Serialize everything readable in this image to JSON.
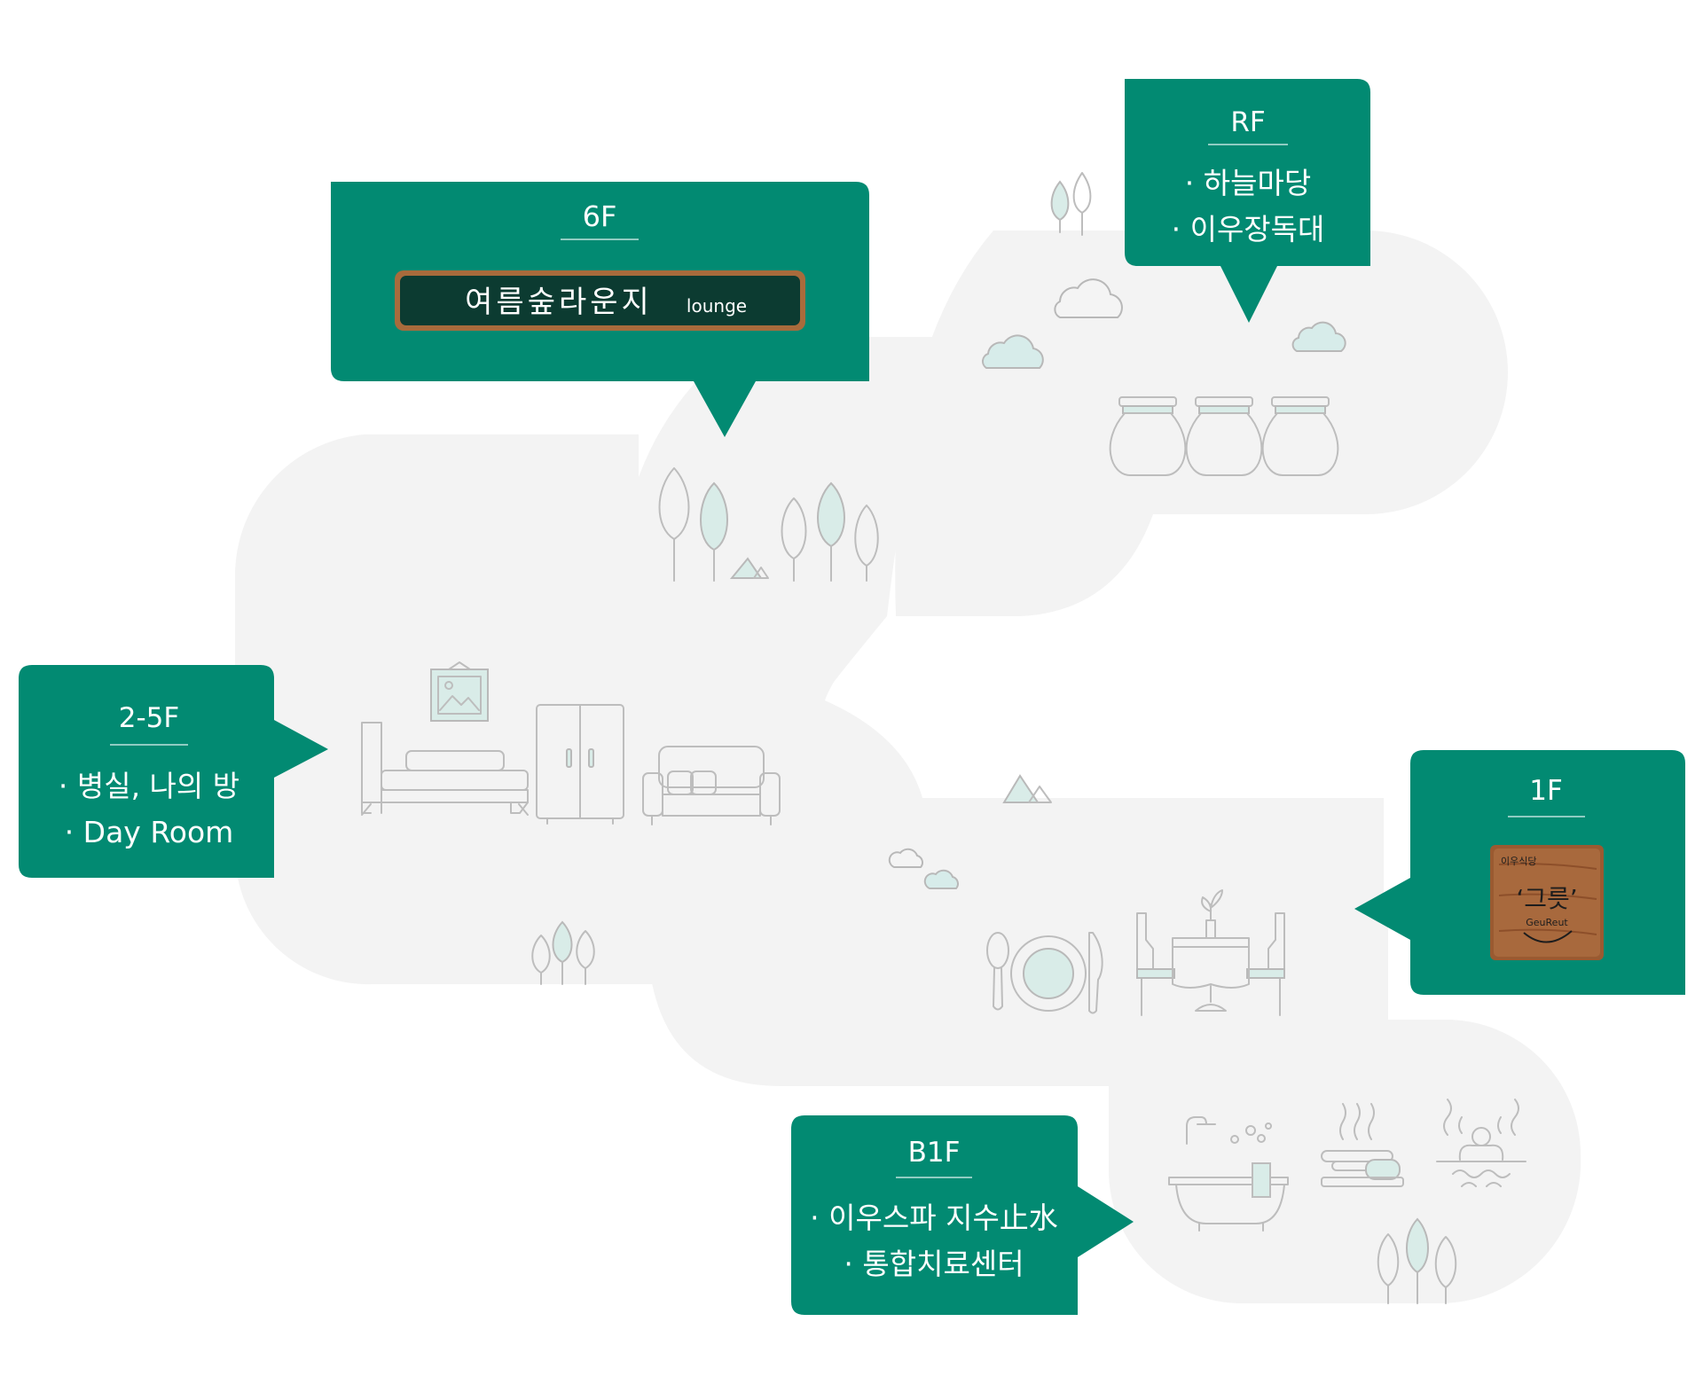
{
  "colors": {
    "accent": "#028a72",
    "background_shape": "#f3f3f3",
    "mint": "#d9ece8",
    "sign_dark": "#0c3b31",
    "wood": "#9a5a31"
  },
  "floors": {
    "rf": {
      "label": "RF",
      "items": [
        "· 하늘마당",
        "· 이우장독대"
      ]
    },
    "f6": {
      "label": "6F",
      "sign_text": "여름숲라운지",
      "sign_sub": "lounge"
    },
    "f25": {
      "label": "2-5F",
      "items": [
        "· 병실, 나의 방",
        "· Day Room"
      ]
    },
    "f1": {
      "label": "1F",
      "sign_small": "이우식당",
      "sign_main": "‘그릇’",
      "sign_roman": "GeuReut"
    },
    "b1f": {
      "label": "B1F",
      "items": [
        "· 이우스파 지수止水",
        "· 통합치료센터"
      ]
    }
  },
  "icons": [
    "tree-icon",
    "mountain-icon",
    "cloud-icon",
    "jar-icon",
    "bed-icon",
    "picture-frame-icon",
    "wardrobe-icon",
    "sofa-icon",
    "spoon-icon",
    "plate-icon",
    "knife-icon",
    "dining-table-icon",
    "bathtub-icon",
    "hot-stone-icon",
    "hot-spring-icon"
  ]
}
